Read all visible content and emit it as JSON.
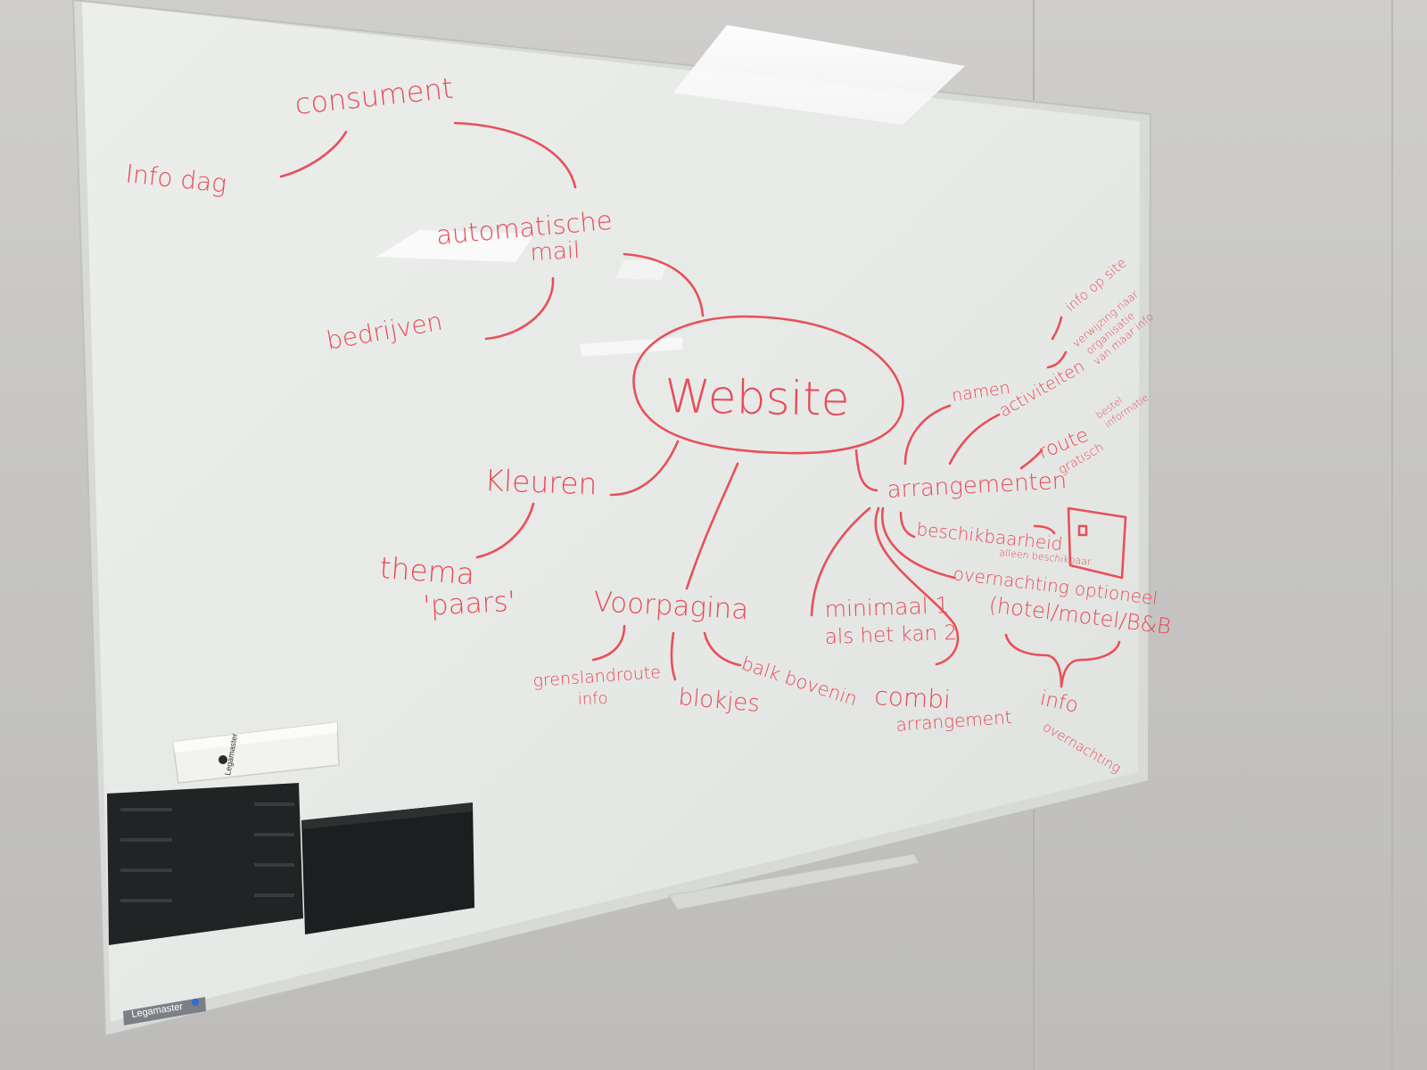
{
  "board": {
    "brand_label": "Legamaster",
    "eraser_label": "Legamaster"
  },
  "mindmap": {
    "center": "Website",
    "consument": "consument",
    "info_dag": "Info dag",
    "automatische": "automatische",
    "mail": "mail",
    "bedrijven": "bedrijven",
    "kleuren": "Kleuren",
    "thema": "thema",
    "paars": "'paars'",
    "voorpagina": "Voorpagina",
    "grenslandroute": "grenslandroute",
    "info_small": "info",
    "blokjes": "blokjes",
    "balk_bovenin": "balk bovenin",
    "arrangementen": "arrangementen",
    "namen": "namen",
    "activiteiten": "activiteiten",
    "info_op_site": "info op site",
    "verwijzing_1": "verwijzing naar",
    "verwijzing_2": "organisatie",
    "verwijzing_3": "van maar info",
    "route": "route",
    "route_note_1": "bestel",
    "route_note_2": "informatie",
    "gratis": "gratisch",
    "beschikbaarheid": "beschikbaarheid",
    "alleen_beschikbaar": "alleen beschikbaar",
    "overnachting_optioneel": "overnachting optioneel",
    "hotel_motel_bb": "(hotel/motel/B&B",
    "minimaal_1": "minimaal 1",
    "als_het_kan_2": "als het kan 2",
    "combi": "combi",
    "arrangement": "arrangement",
    "info_overnachting_1": "info",
    "info_overnachting_2": "overnachting"
  },
  "colors": {
    "marker": "#e84a56",
    "board": "#eaecea",
    "frame": "#d9dbd9",
    "wall": "#c6c5c3"
  }
}
